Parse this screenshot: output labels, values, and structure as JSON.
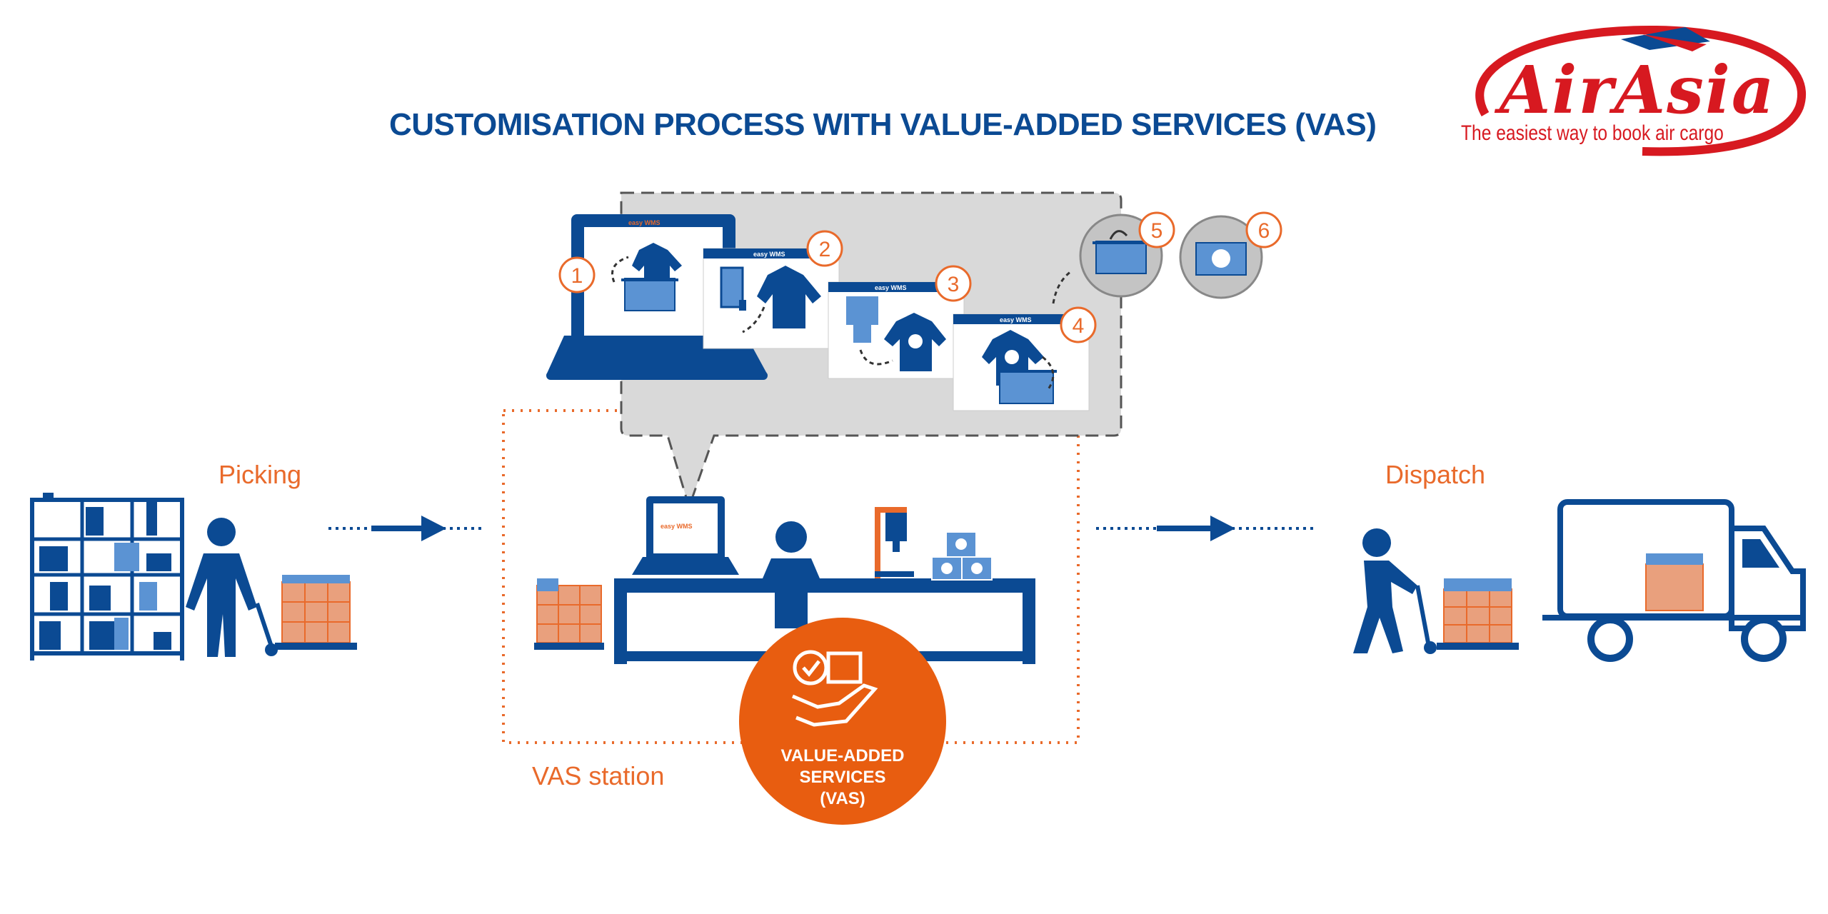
{
  "title": "CUSTOMISATION PROCESS WITH VALUE-ADDED SERVICES (VAS)",
  "logo": {
    "name": "AirAsia",
    "tagline": "The easiest way to book air cargo"
  },
  "stages": {
    "picking": "Picking",
    "dispatch": "Dispatch",
    "vas_station": "VAS station"
  },
  "vas_badge": {
    "line1": "VALUE-ADDED",
    "line2": "SERVICES",
    "line3": "(VAS)"
  },
  "screen_brand": "easy WMS",
  "steps": [
    "1",
    "2",
    "3",
    "4",
    "5",
    "6"
  ],
  "colors": {
    "navy": "#0b4a93",
    "orange": "#e96a2b",
    "badge_orange": "#e85d10",
    "grey_panel": "#d9d9d9",
    "light_blue": "#5b93d3",
    "red_logo": "#d71920"
  }
}
